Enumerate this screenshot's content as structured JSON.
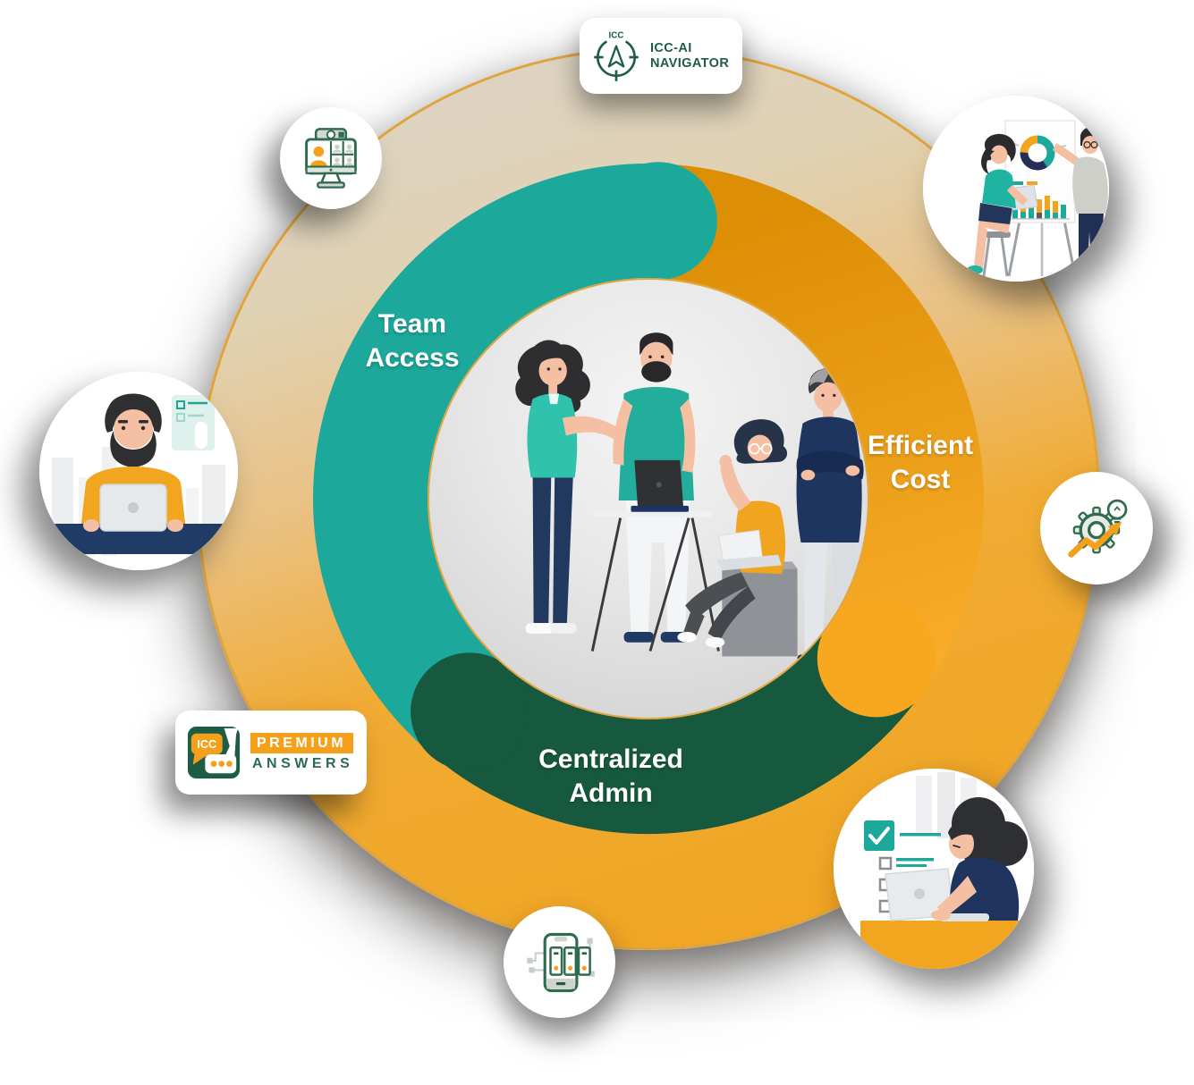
{
  "diagram": {
    "type": "circular-feature-infographic",
    "center_illustration": "team-collaboration-four-people",
    "ring_labels": {
      "team_access": {
        "line1": "Team",
        "line2": "Access"
      },
      "efficient_cost": {
        "line1": "Efficient",
        "line2": "Cost"
      },
      "centralized_admin": {
        "line1": "Centralized",
        "line2": "Admin"
      }
    }
  },
  "badges": {
    "ai_navigator": {
      "icon": "compass-icon",
      "icon_label": "ICC",
      "line1": "ICC-AI",
      "line2": "NAVIGATOR"
    },
    "premium_answers": {
      "icon": "speech-bubbles-logo",
      "logo_text": "ICC",
      "line1": "PREMIUM",
      "line2": "ANSWERS"
    }
  },
  "satellite_icons": {
    "top_left": "video-conference-icon",
    "right": "gear-lightbulb-growth-icon",
    "bottom_center": "mobile-apps-icon"
  },
  "satellite_illustrations": {
    "top_right": "presentation-with-donut-and-bar-charts",
    "left": "bearded-man-working-on-laptop",
    "bottom_right": "woman-with-checklist-and-laptop"
  },
  "colors": {
    "teal_segment": "#1CA89A",
    "orange_segment_start": "#DC8E05",
    "orange_segment_end": "#F9AD2A",
    "dark_green_segment": "#17593F",
    "outer_circle_top": "#DBD4CA",
    "outer_circle_bottom": "#F0A41E",
    "outer_circle_border": "#DFA43E",
    "badge_green": "#1E5C45",
    "accent_orange": "#F5A01B",
    "label_text": "#FFFFFF"
  }
}
